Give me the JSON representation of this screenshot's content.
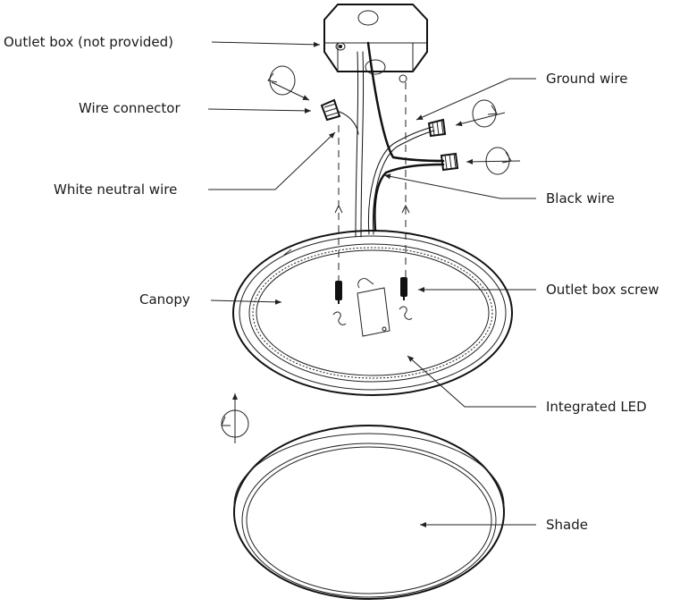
{
  "labels": {
    "outlet_box": "Outlet box (not provided)",
    "wire_connector": "Wire connector",
    "white_neutral_wire": "White neutral wire",
    "canopy": "Canopy",
    "ground_wire": "Ground wire",
    "black_wire": "Black wire",
    "outlet_box_screw": "Outlet box screw",
    "integrated_led": "Integrated LED",
    "shade": "Shade"
  },
  "colors": {
    "line": "#222222",
    "background": "#ffffff"
  }
}
